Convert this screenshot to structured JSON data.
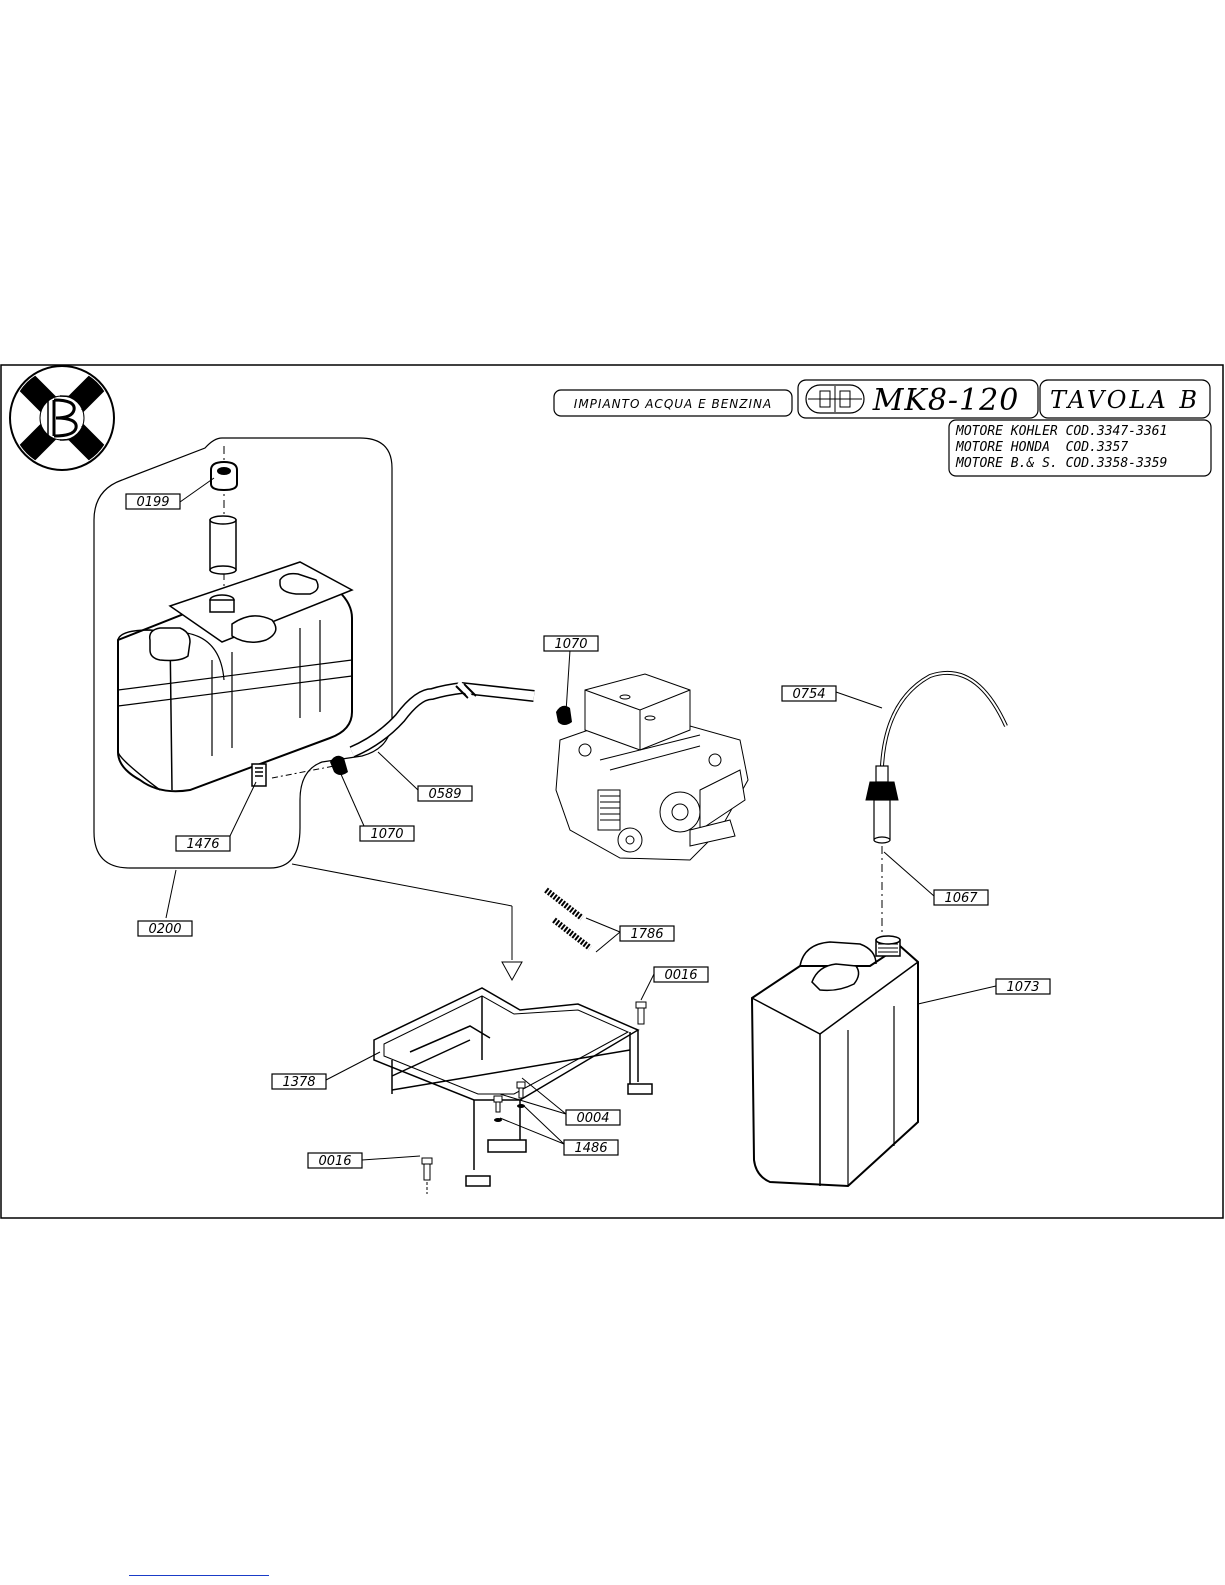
{
  "header": {
    "section_title": "IMPIANTO ACQUA E BENZINA",
    "model": "MK8-120",
    "table": "TAVOLA B",
    "engines": [
      "MOTORE KOHLER COD.3347-3361",
      "MOTORE HONDA  COD.3357",
      "MOTORE B.& S. COD.3358-3359"
    ]
  },
  "parts": {
    "p0199": "0199",
    "p0200": "0200",
    "p1476": "1476",
    "p1070a": "1070",
    "p1070b": "1070",
    "p0589": "0589",
    "p0754": "0754",
    "p1067": "1067",
    "p1786": "1786",
    "p0016a": "0016",
    "p0016b": "0016",
    "p1073": "1073",
    "p1378": "1378",
    "p0004": "0004",
    "p1486": "1486"
  },
  "icons": {
    "logo": "brand-logo-icon",
    "model_badge": "frame-badge-icon"
  }
}
